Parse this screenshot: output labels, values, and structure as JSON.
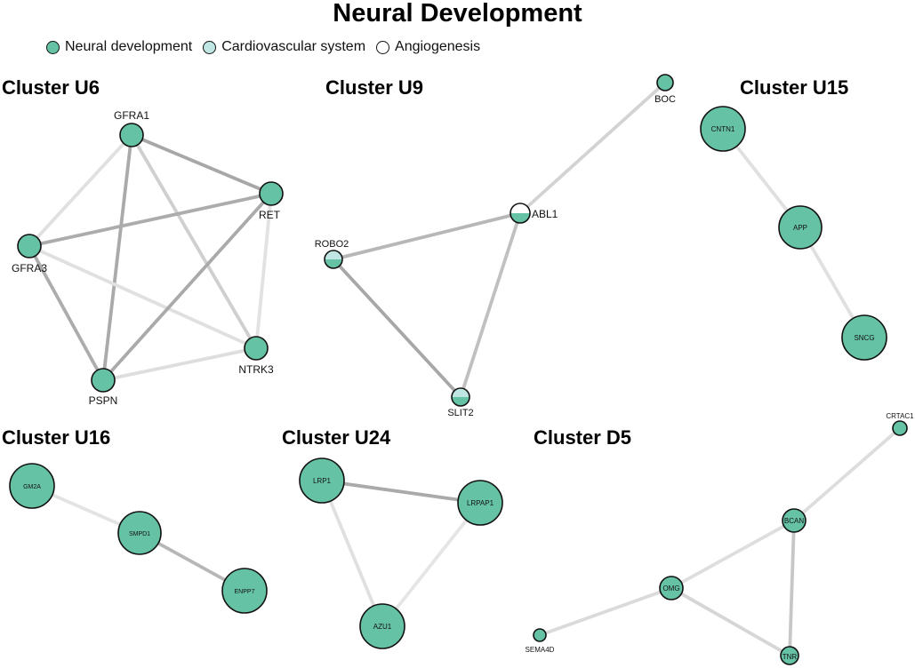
{
  "title": "Neural Development",
  "legend": [
    {
      "label": "Neural development",
      "color": "#66c2a5"
    },
    {
      "label": "Cardiovascular system",
      "color": "#bfe6e3"
    },
    {
      "label": "Angiogenesis",
      "color": "#ffffff"
    }
  ],
  "clusters": [
    {
      "name": "Cluster U6",
      "nodes": [
        {
          "id": "GFRA1",
          "label": "GFRA1",
          "composition": [
            "Neural development"
          ]
        },
        {
          "id": "RET",
          "label": "RET",
          "composition": [
            "Neural development"
          ]
        },
        {
          "id": "GFRA3",
          "label": "GFRA3",
          "composition": [
            "Neural development"
          ]
        },
        {
          "id": "PSPN",
          "label": "PSPN",
          "composition": [
            "Neural development"
          ]
        },
        {
          "id": "NTRK3",
          "label": "NTRK3",
          "composition": [
            "Neural development"
          ]
        }
      ],
      "edges": [
        {
          "source": "GFRA1",
          "target": "RET",
          "weight": 0.72
        },
        {
          "source": "GFRA1",
          "target": "PSPN",
          "weight": 0.68
        },
        {
          "source": "GFRA1",
          "target": "NTRK3",
          "weight": 0.3
        },
        {
          "source": "GFRA1",
          "target": "GFRA3",
          "weight": 0.12
        },
        {
          "source": "GFRA3",
          "target": "RET",
          "weight": 0.66
        },
        {
          "source": "GFRA3",
          "target": "PSPN",
          "weight": 0.66
        },
        {
          "source": "GFRA3",
          "target": "NTRK3",
          "weight": 0.12
        },
        {
          "source": "RET",
          "target": "PSPN",
          "weight": 0.68
        },
        {
          "source": "RET",
          "target": "NTRK3",
          "weight": 0.1
        },
        {
          "source": "PSPN",
          "target": "NTRK3",
          "weight": 0.14
        }
      ]
    },
    {
      "name": "Cluster U9",
      "nodes": [
        {
          "id": "BOC",
          "label": "BOC",
          "composition": [
            "Neural development"
          ]
        },
        {
          "id": "ABL1",
          "label": "ABL1",
          "composition": [
            "Neural development",
            "Angiogenesis"
          ]
        },
        {
          "id": "ROBO2",
          "label": "ROBO2",
          "composition": [
            "Neural development",
            "Cardiovascular system"
          ]
        },
        {
          "id": "SLIT2",
          "label": "SLIT2",
          "composition": [
            "Neural development",
            "Cardiovascular system"
          ]
        }
      ],
      "edges": [
        {
          "source": "BOC",
          "target": "ABL1",
          "weight": 0.25
        },
        {
          "source": "ABL1",
          "target": "ROBO2",
          "weight": 0.55
        },
        {
          "source": "ABL1",
          "target": "SLIT2",
          "weight": 0.45
        },
        {
          "source": "ROBO2",
          "target": "SLIT2",
          "weight": 0.72
        }
      ]
    },
    {
      "name": "Cluster U15",
      "nodes": [
        {
          "id": "CNTN1",
          "label": "CNTN1",
          "composition": [
            "Neural development"
          ]
        },
        {
          "id": "APP",
          "label": "APP",
          "composition": [
            "Neural development"
          ]
        },
        {
          "id": "SNCG",
          "label": "SNCG",
          "composition": [
            "Neural development"
          ]
        }
      ],
      "edges": [
        {
          "source": "CNTN1",
          "target": "APP",
          "weight": 0.12
        },
        {
          "source": "APP",
          "target": "SNCG",
          "weight": 0.12
        }
      ]
    },
    {
      "name": "Cluster U16",
      "nodes": [
        {
          "id": "GM2A",
          "label": "GM2A",
          "composition": [
            "Neural development"
          ]
        },
        {
          "id": "SMPD1",
          "label": "SMPD1",
          "composition": [
            "Neural development"
          ]
        },
        {
          "id": "ENPP7",
          "label": "ENPP7",
          "composition": [
            "Neural development"
          ]
        }
      ],
      "edges": [
        {
          "source": "GM2A",
          "target": "SMPD1",
          "weight": 0.08
        },
        {
          "source": "SMPD1",
          "target": "ENPP7",
          "weight": 0.55
        }
      ]
    },
    {
      "name": "Cluster U24",
      "nodes": [
        {
          "id": "LRP1",
          "label": "LRP1",
          "composition": [
            "Neural development"
          ]
        },
        {
          "id": "LRPAP1",
          "label": "LRPAP1",
          "composition": [
            "Neural development"
          ]
        },
        {
          "id": "AZU1",
          "label": "AZU1",
          "composition": [
            "Neural development"
          ]
        }
      ],
      "edges": [
        {
          "source": "LRP1",
          "target": "LRPAP1",
          "weight": 0.68
        },
        {
          "source": "LRP1",
          "target": "AZU1",
          "weight": 0.12
        },
        {
          "source": "LRPAP1",
          "target": "AZU1",
          "weight": 0.06
        }
      ]
    },
    {
      "name": "Cluster D5",
      "nodes": [
        {
          "id": "CRTAC1",
          "label": "CRTAC1",
          "composition": [
            "Neural development"
          ]
        },
        {
          "id": "BCAN",
          "label": "BCAN",
          "composition": [
            "Neural development"
          ]
        },
        {
          "id": "OMG",
          "label": "OMG",
          "composition": [
            "Neural development"
          ]
        },
        {
          "id": "SEMA4D",
          "label": "SEMA4D",
          "composition": [
            "Neural development"
          ]
        },
        {
          "id": "TNR",
          "label": "TNR",
          "composition": [
            "Neural development"
          ]
        }
      ],
      "edges": [
        {
          "source": "CRTAC1",
          "target": "BCAN",
          "weight": 0.15
        },
        {
          "source": "BCAN",
          "target": "OMG",
          "weight": 0.14
        },
        {
          "source": "BCAN",
          "target": "TNR",
          "weight": 0.38
        },
        {
          "source": "OMG",
          "target": "SEMA4D",
          "weight": 0.18
        },
        {
          "source": "OMG",
          "target": "TNR",
          "weight": 0.22
        }
      ]
    }
  ]
}
